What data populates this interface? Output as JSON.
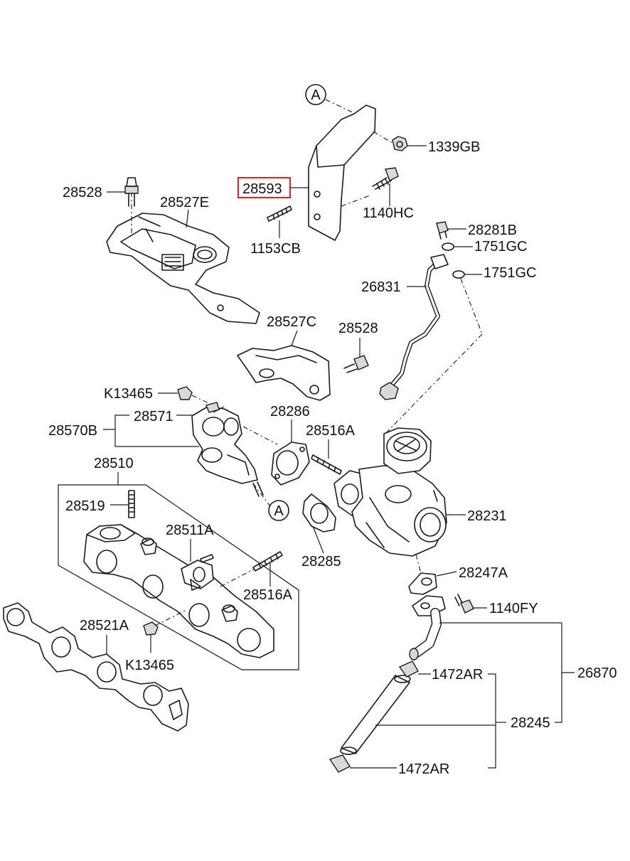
{
  "labels": {
    "p1339GB": "1339GB",
    "p28593": "28593",
    "p1140HC": "1140HC",
    "p28528a": "28528",
    "p28527E": "28527E",
    "p1153CB": "1153CB",
    "p28281B": "28281B",
    "p1751GCa": "1751GC",
    "p1751GCb": "1751GC",
    "p26831": "26831",
    "p28527C": "28527C",
    "p28528b": "28528",
    "pK13465a": "K13465",
    "p28571": "28571",
    "p28286": "28286",
    "p28570B": "28570B",
    "p28516Aa": "28516A",
    "p28510": "28510",
    "p28519": "28519",
    "p28231": "28231",
    "p28511A": "28511A",
    "p28285": "28285",
    "p28247A": "28247A",
    "p28516Ab": "28516A",
    "p1140FY": "1140FY",
    "p28521A": "28521A",
    "pK13465b": "K13465",
    "p26870": "26870",
    "p1472ARa": "1472AR",
    "p28245": "28245",
    "p1472ARb": "1472AR"
  },
  "refs": {
    "top": "A",
    "bottom": "A"
  },
  "highlight": {
    "part": "28593",
    "color": "#e02020"
  }
}
